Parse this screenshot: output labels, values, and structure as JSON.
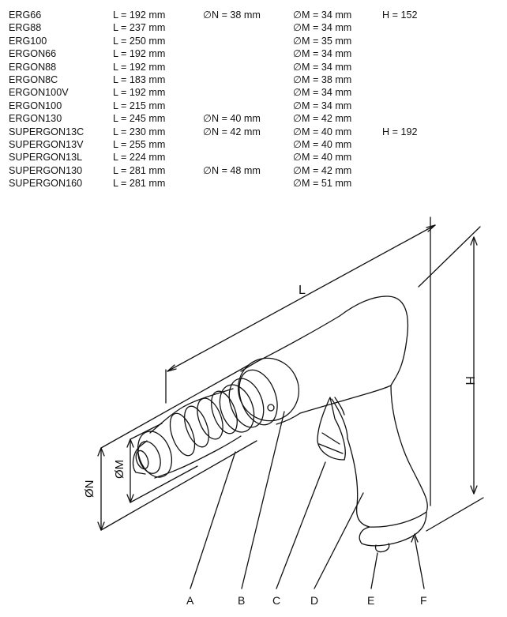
{
  "specs": {
    "rows": [
      {
        "model": "ERG66",
        "length": "L = 192 mm",
        "n_dia": "∅N = 38 mm",
        "m_dia": "∅M = 34 mm",
        "height": "H = 152"
      },
      {
        "model": "ERG88",
        "length": "L = 237 mm",
        "n_dia": "",
        "m_dia": "∅M = 34 mm",
        "height": ""
      },
      {
        "model": "ERG100",
        "length": "L = 250 mm",
        "n_dia": "",
        "m_dia": "∅M = 35 mm",
        "height": ""
      },
      {
        "model": "ERGON66",
        "length": "L = 192 mm",
        "n_dia": "",
        "m_dia": "∅M = 34 mm",
        "height": ""
      },
      {
        "model": "ERGON88",
        "length": "L = 192 mm",
        "n_dia": "",
        "m_dia": "∅M = 34 mm",
        "height": ""
      },
      {
        "model": "ERGON8C",
        "length": "L = 183 mm",
        "n_dia": "",
        "m_dia": "∅M = 38 mm",
        "height": ""
      },
      {
        "model": "ERGON100V",
        "length": "L = 192 mm",
        "n_dia": "",
        "m_dia": "∅M = 34 mm",
        "height": ""
      },
      {
        "model": "ERGON100",
        "length": "L = 215 mm",
        "n_dia": "",
        "m_dia": "∅M = 34 mm",
        "height": ""
      },
      {
        "model": "ERGON130",
        "length": "L = 245 mm",
        "n_dia": "∅N = 40 mm",
        "m_dia": "∅M = 42 mm",
        "height": ""
      },
      {
        "model": "SUPERGON13C",
        "length": "L = 230 mm",
        "n_dia": "∅N = 42 mm",
        "m_dia": "∅M = 40 mm",
        "height": "H = 192"
      },
      {
        "model": "SUPERGON13V",
        "length": "L = 255 mm",
        "n_dia": "",
        "m_dia": "∅M = 40 mm",
        "height": ""
      },
      {
        "model": "SUPERGON13L",
        "length": "L = 224 mm",
        "n_dia": "",
        "m_dia": "∅M = 40 mm",
        "height": ""
      },
      {
        "model": "SUPERGON130",
        "length": "L = 281 mm",
        "n_dia": "∅N = 48 mm",
        "m_dia": "∅M = 42 mm",
        "height": ""
      },
      {
        "model": "SUPERGON160",
        "length": "L = 281 mm",
        "n_dia": "",
        "m_dia": "∅M = 51 mm",
        "height": ""
      }
    ]
  },
  "drawing": {
    "dimension_labels": {
      "length": "L",
      "height": "H",
      "n_diameter": "ØN",
      "m_diameter": "ØM"
    },
    "callouts": [
      "A",
      "B",
      "C",
      "D",
      "E",
      "F"
    ],
    "line_color": "#111111"
  }
}
